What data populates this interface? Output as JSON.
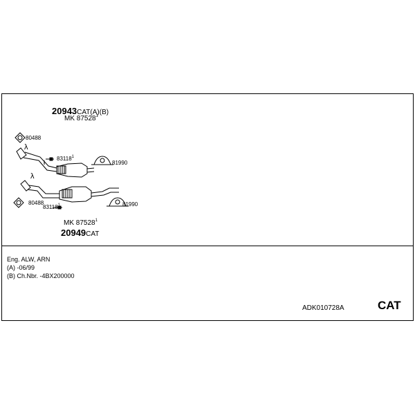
{
  "assembly_upper": {
    "catalyst": {
      "number": "20943",
      "suffix": "CAT(A)(B)"
    },
    "mounting_kit": {
      "prefix": "MK",
      "number": "87528",
      "footnote": "1"
    },
    "gasket_left": "80488",
    "sensor_symbol": "λ",
    "clamp_part": {
      "number": "83118",
      "footnote": "1"
    },
    "gasket_right": "81990"
  },
  "assembly_lower": {
    "sensor_symbol": "λ",
    "gasket_left": "80488",
    "clamp_part": {
      "number": "83118",
      "footnote": "1"
    },
    "gasket_right": "81990",
    "mounting_kit": {
      "prefix": "MK",
      "number": "87528",
      "footnote": "1"
    },
    "catalyst": {
      "number": "20949",
      "suffix": "CAT"
    }
  },
  "notes": {
    "engine": "Eng. ALW, ARN",
    "note_a": "(A) -06/99",
    "note_b": "(B) Ch.Nbr. -4BX200000"
  },
  "footer": {
    "article_code": "ADK010728A",
    "category": "CAT"
  }
}
